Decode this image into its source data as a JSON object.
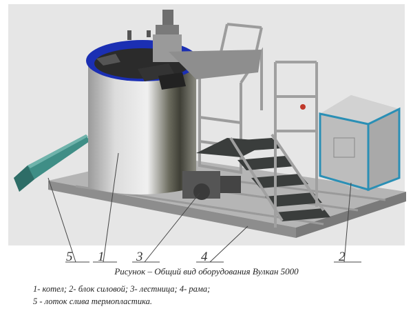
{
  "callouts": [
    {
      "number": "5"
    },
    {
      "number": "1"
    },
    {
      "number": "3"
    },
    {
      "number": "4"
    },
    {
      "number": "2"
    }
  ],
  "caption": "Рисунок  – Общий вид оборудования Вулкан 5000",
  "legend": {
    "line1": "1- котел; 2- блок силовой; 3- лестница; 4- рама;",
    "line2": "5 -  лоток слива термопластика."
  },
  "colors": {
    "background": "#e6e6e6",
    "tank_lid": "#1b2fb3",
    "metal": "#c8c8c8",
    "dark_steel": "#3a3d3c",
    "cabinet_trim": "#2a8fb5",
    "chute": "#3f8e86"
  }
}
